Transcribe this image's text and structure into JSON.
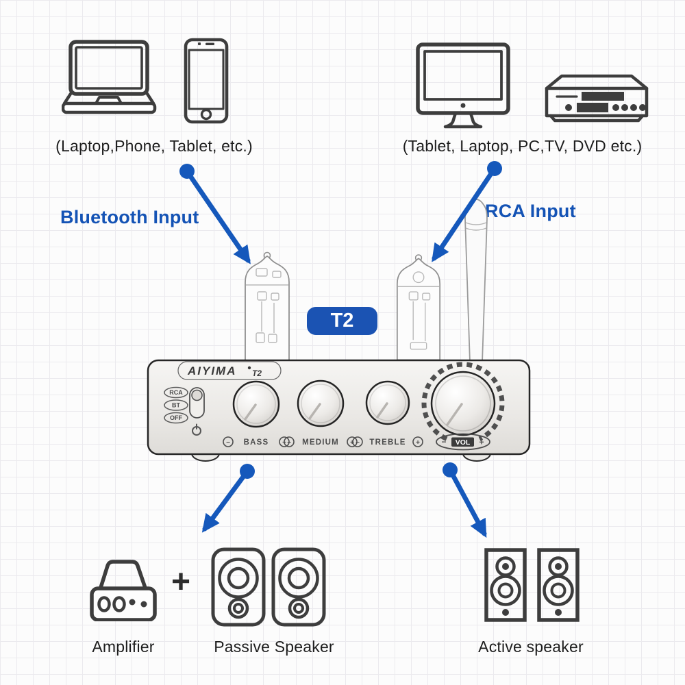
{
  "diagram": {
    "model_badge": "T2",
    "inputs": {
      "bluetooth_label": "Bluetooth Input",
      "rca_label": "RCA Input"
    },
    "sources": {
      "left_caption": "(Laptop,Phone, Tablet, etc.)",
      "right_caption": "(Tablet, Laptop, PC,TV, DVD etc.)"
    },
    "outputs": {
      "amplifier_caption": "Amplifier",
      "plus_sign": "+",
      "passive_speaker_caption": "Passive Speaker",
      "active_speaker_caption": "Active speaker"
    }
  },
  "device": {
    "brand": "AIYIMA",
    "model": "T2",
    "source_switch": {
      "options": [
        "RCA",
        "BT",
        "OFF"
      ]
    },
    "knobs": [
      {
        "label": "BASS"
      },
      {
        "label": "MEDIUM"
      },
      {
        "label": "TREBLE"
      },
      {
        "label": "VOL"
      }
    ],
    "sign_minus": "−",
    "sign_plus": "+"
  },
  "icons": {
    "top_left": [
      "laptop-icon",
      "smartphone-icon"
    ],
    "top_right": [
      "monitor-icon",
      "dvd-player-icon"
    ],
    "middle": [
      "vacuum-tube-icon",
      "vacuum-tube-icon",
      "antenna-icon"
    ],
    "bottom": [
      "amplifier-icon",
      "passive-speaker-icon",
      "active-speaker-icon"
    ]
  },
  "colors": {
    "accent_blue": "#1558bb",
    "badge_blue": "#1b53b3",
    "icon_stroke": "#3d3d3d",
    "grid_line": "#ebeaee"
  }
}
